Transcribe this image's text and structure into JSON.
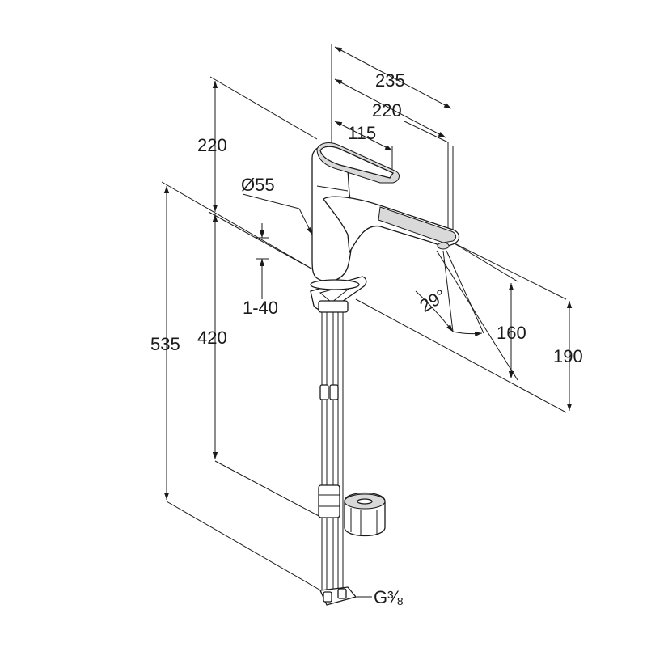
{
  "dimensions": {
    "overall_reach": "235",
    "spout_reach": "220",
    "lever_reach": "115",
    "body_diameter": "Ø55",
    "height_above_body": "220",
    "body_height": "420",
    "total_height": "535",
    "deck_thickness": "1-40",
    "spout_angle": "29°",
    "outlet_height": "160",
    "spout_height": "190",
    "connection_thread": "G³⁄₈"
  },
  "colors": {
    "line": "#1a1a1a",
    "fill": "#ffffff",
    "shade": "#d9d9d9"
  }
}
